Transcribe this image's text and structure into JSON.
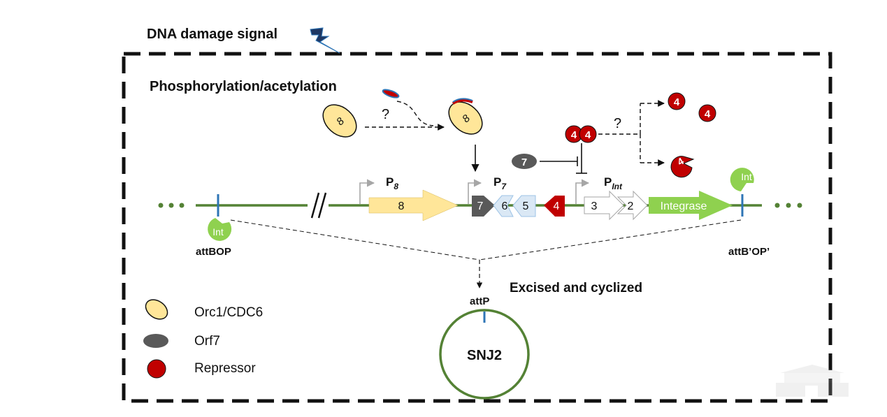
{
  "title_signal": "DNA damage signal",
  "title_phospho": "Phosphorylation/acetylation",
  "question_mark": "?",
  "orc_label": "8",
  "promoters": {
    "p8_main": "P",
    "p8_sub": "8",
    "p7_main": "P",
    "p7_sub": "7",
    "pint_main": "P",
    "pint_sub": "Int"
  },
  "genes": {
    "g8": "8",
    "g7": "7",
    "g6": "6",
    "g5": "5",
    "g4": "4",
    "g3": "3",
    "g2": "2",
    "integrase": "Integrase"
  },
  "orf7_label": "7",
  "repressor_label": "4",
  "int_label": "Int",
  "att": {
    "left": "attBOP",
    "right": "attB’OP’",
    "attp": "attP"
  },
  "excised_label": "Excised and cyclized",
  "circle_label": "SNJ2",
  "legend": [
    {
      "name": "Orc1/CDC6",
      "shape": "yellow-ellipse"
    },
    {
      "name": "Orf7",
      "shape": "gray-ellipse"
    },
    {
      "name": "Repressor",
      "shape": "red-circle"
    }
  ],
  "colors": {
    "dna": "#548235",
    "orc": "#ffe699",
    "repressor": "#c00000",
    "orf7": "#595959",
    "integrase": "#8fd14f",
    "gene8": "#ffe699",
    "gene65": "#dae8f5",
    "site": "#2e75b6",
    "lightning": "#1f3864"
  }
}
